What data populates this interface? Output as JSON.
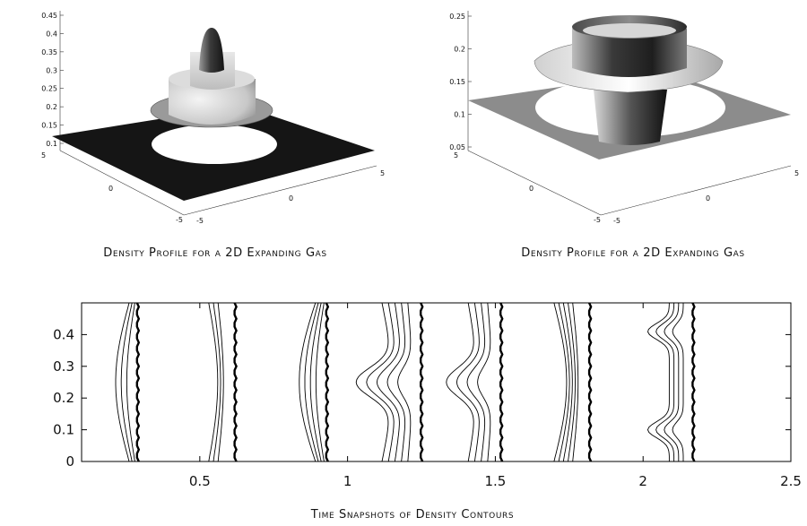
{
  "chart_data": [
    {
      "type": "surface",
      "title": "",
      "caption": "Density Profile for a 2D Expanding Gas",
      "xlabel": "",
      "ylabel": "",
      "zlabel": "",
      "x_ticks": [
        "-5",
        "0",
        "5"
      ],
      "y_ticks": [
        "-5",
        "0",
        "5"
      ],
      "z_ticks": [
        "0.1",
        "0.15",
        "0.2",
        "0.25",
        "0.3",
        "0.35",
        "0.4",
        "0.45"
      ],
      "zlim": [
        0.1,
        0.45
      ]
    },
    {
      "type": "surface",
      "title": "",
      "caption": "Density Profile for a 2D Expanding Gas",
      "xlabel": "",
      "ylabel": "",
      "zlabel": "",
      "x_ticks": [
        "-5",
        "0",
        "5"
      ],
      "y_ticks": [
        "-5",
        "0",
        "5"
      ],
      "z_ticks": [
        "0.05",
        "0.1",
        "0.15",
        "0.2",
        "0.25"
      ],
      "zlim": [
        0.05,
        0.25
      ]
    },
    {
      "type": "contour",
      "title": "",
      "caption": "Time Snapshots of Density Contours",
      "xlabel": "",
      "ylabel": "",
      "xlim": [
        0.1,
        2.5
      ],
      "ylim": [
        0,
        0.5
      ],
      "x_ticks": [
        0.5,
        1,
        1.5,
        2,
        2.5
      ],
      "y_ticks": [
        0,
        0.1,
        0.2,
        0.3,
        0.4
      ],
      "x_tick_labels": [
        "0.5",
        "1",
        "1.5",
        "2",
        "2.5"
      ],
      "y_tick_labels": [
        "0",
        "0.1",
        "0.2",
        "0.3",
        "0.4"
      ],
      "snapshots": [
        {
          "front_x": 0.29,
          "shape": "convex",
          "contours": 4
        },
        {
          "front_x": 0.62,
          "shape": "concave",
          "contours": 4
        },
        {
          "front_x": 0.93,
          "shape": "convex",
          "contours": 5
        },
        {
          "front_x": 1.25,
          "shape": "bulge",
          "contours": 6
        },
        {
          "front_x": 1.52,
          "shape": "bulge",
          "contours": 5
        },
        {
          "front_x": 1.82,
          "shape": "concave",
          "contours": 6
        },
        {
          "front_x": 2.17,
          "shape": "blobs",
          "contours": 5
        }
      ]
    }
  ]
}
